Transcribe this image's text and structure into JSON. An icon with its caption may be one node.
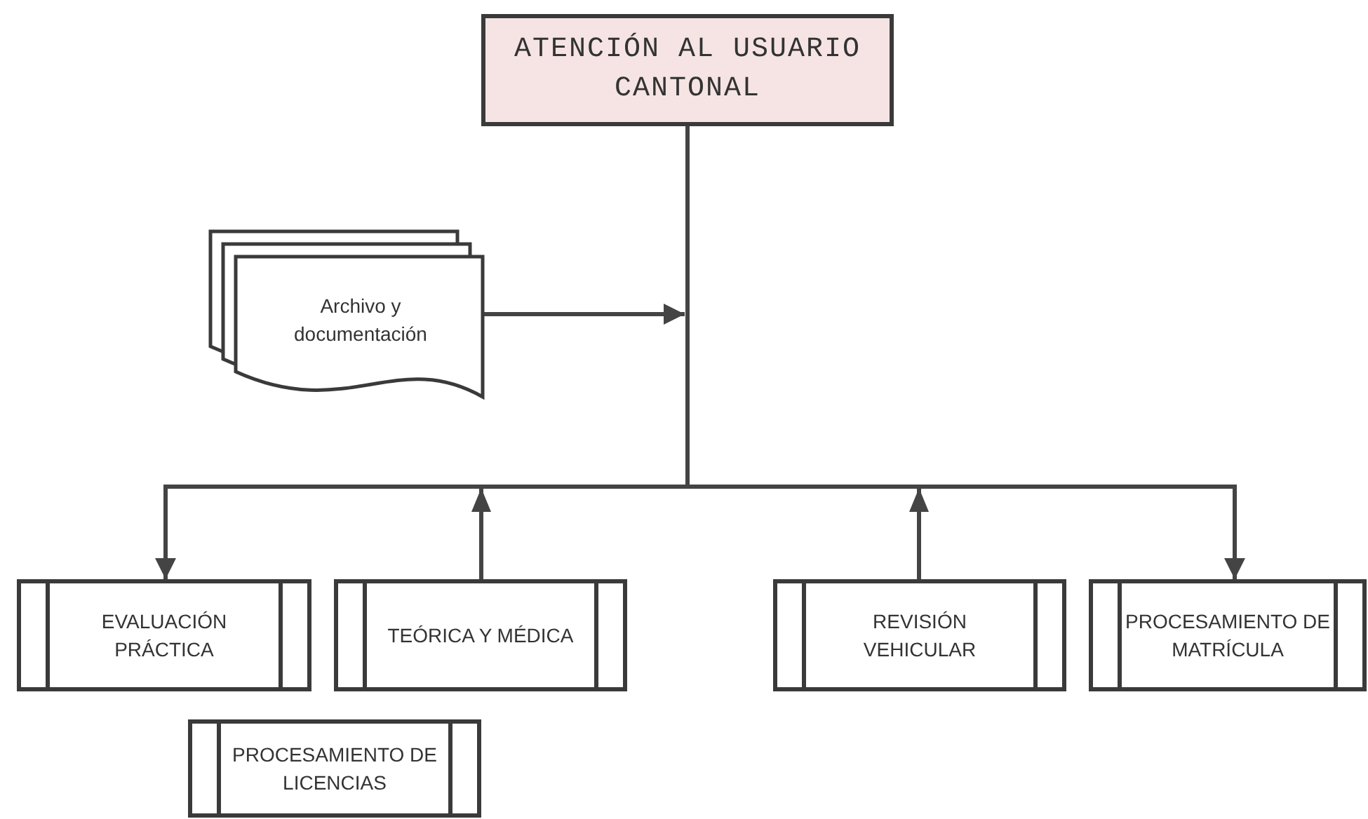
{
  "diagram": {
    "nodes": [
      {
        "text": [
          "ATENCIÓN AL USUARIO CANTONAL"
        ]
      },
      {
        "text": [
          "Archivo y documentación"
        ]
      },
      {
        "text": [
          "EVALUACIÓN PRÁCTICA"
        ]
      },
      {
        "text": [
          "TEÓRICA Y MÉDICA"
        ]
      },
      {
        "text": [
          "REVISIÓN VEHICULAR"
        ]
      },
      {
        "text": [
          "PROCESAMIENTO DE MATRÍCULA"
        ]
      },
      {
        "text": [
          "PROCESAMIENTO DE LICENCIAS"
        ]
      }
    ],
    "edges": [
      {
        "from": 1,
        "to": null,
        "arrow": "to"
      },
      {
        "from": 0,
        "to": 2,
        "arrow": "to"
      },
      {
        "from": 3,
        "to": 0,
        "arrow": "to"
      },
      {
        "from": 4,
        "to": 0,
        "arrow": "to"
      },
      {
        "from": 0,
        "to": 5,
        "arrow": "to"
      }
    ]
  }
}
